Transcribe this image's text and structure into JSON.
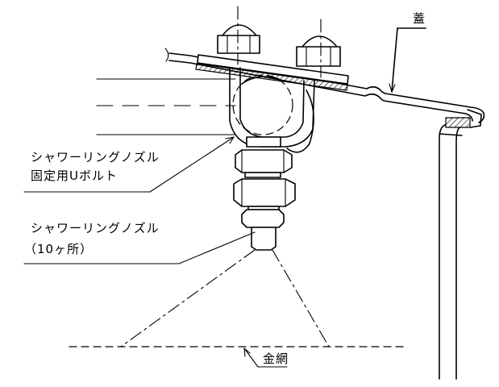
{
  "labels": {
    "lid": "蓋",
    "ubolt_line1": "シャワーリングノズル",
    "ubolt_line2": "固定用Uボルト",
    "nozzle_line1": "シャワーリングノズル",
    "nozzle_line2": "（10ヶ所）",
    "mesh": "金網"
  }
}
